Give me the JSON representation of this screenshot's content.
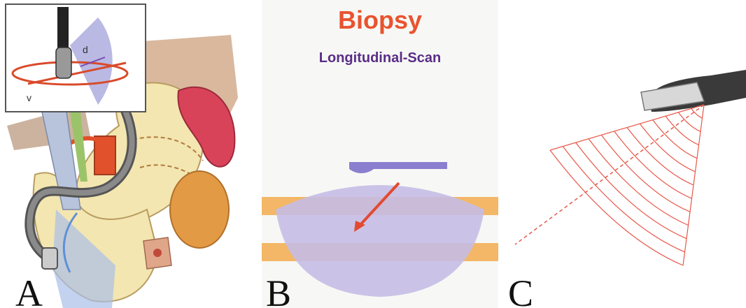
{
  "panel_a": {
    "letter": "A",
    "inset_label_d": "d",
    "inset_label_v": "v"
  },
  "panel_b": {
    "letter": "B",
    "title": "Biopsy",
    "subtitle": "Longitudinal-Scan",
    "title_color": "#e9532f",
    "subtitle_color": "#5a2d86"
  },
  "panel_c": {
    "letter": "C",
    "scan_line_color": "#e8584a"
  }
}
